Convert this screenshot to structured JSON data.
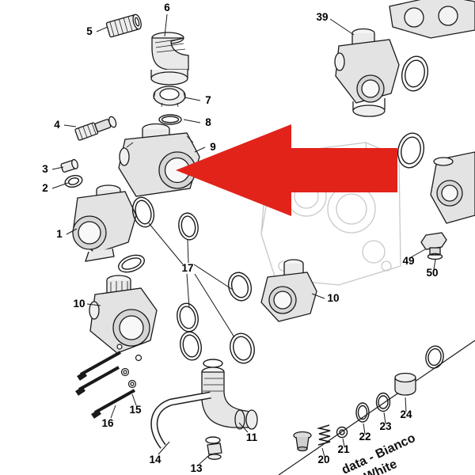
{
  "figure": {
    "background": "#ffffff",
    "line_color": "#1a1a1a",
    "faded_line_color": "#c8c8c8",
    "arrow_color": "#e2231a"
  },
  "callouts": [
    {
      "label": "5"
    },
    {
      "label": "6"
    },
    {
      "label": "7"
    },
    {
      "label": "8"
    },
    {
      "label": "9"
    },
    {
      "label": "4"
    },
    {
      "label": "3"
    },
    {
      "label": "2"
    },
    {
      "label": "1"
    },
    {
      "label": "39"
    },
    {
      "label": "17"
    },
    {
      "label": "10"
    },
    {
      "label": "10"
    },
    {
      "label": "49"
    },
    {
      "label": "50"
    },
    {
      "label": "16"
    },
    {
      "label": "15"
    },
    {
      "label": "14"
    },
    {
      "label": "13"
    },
    {
      "label": "11"
    },
    {
      "label": "20"
    },
    {
      "label": "21"
    },
    {
      "label": "22"
    },
    {
      "label": "23"
    },
    {
      "label": "24"
    }
  ],
  "footer": {
    "line1": "data - Bianco",
    "line2": "White"
  }
}
